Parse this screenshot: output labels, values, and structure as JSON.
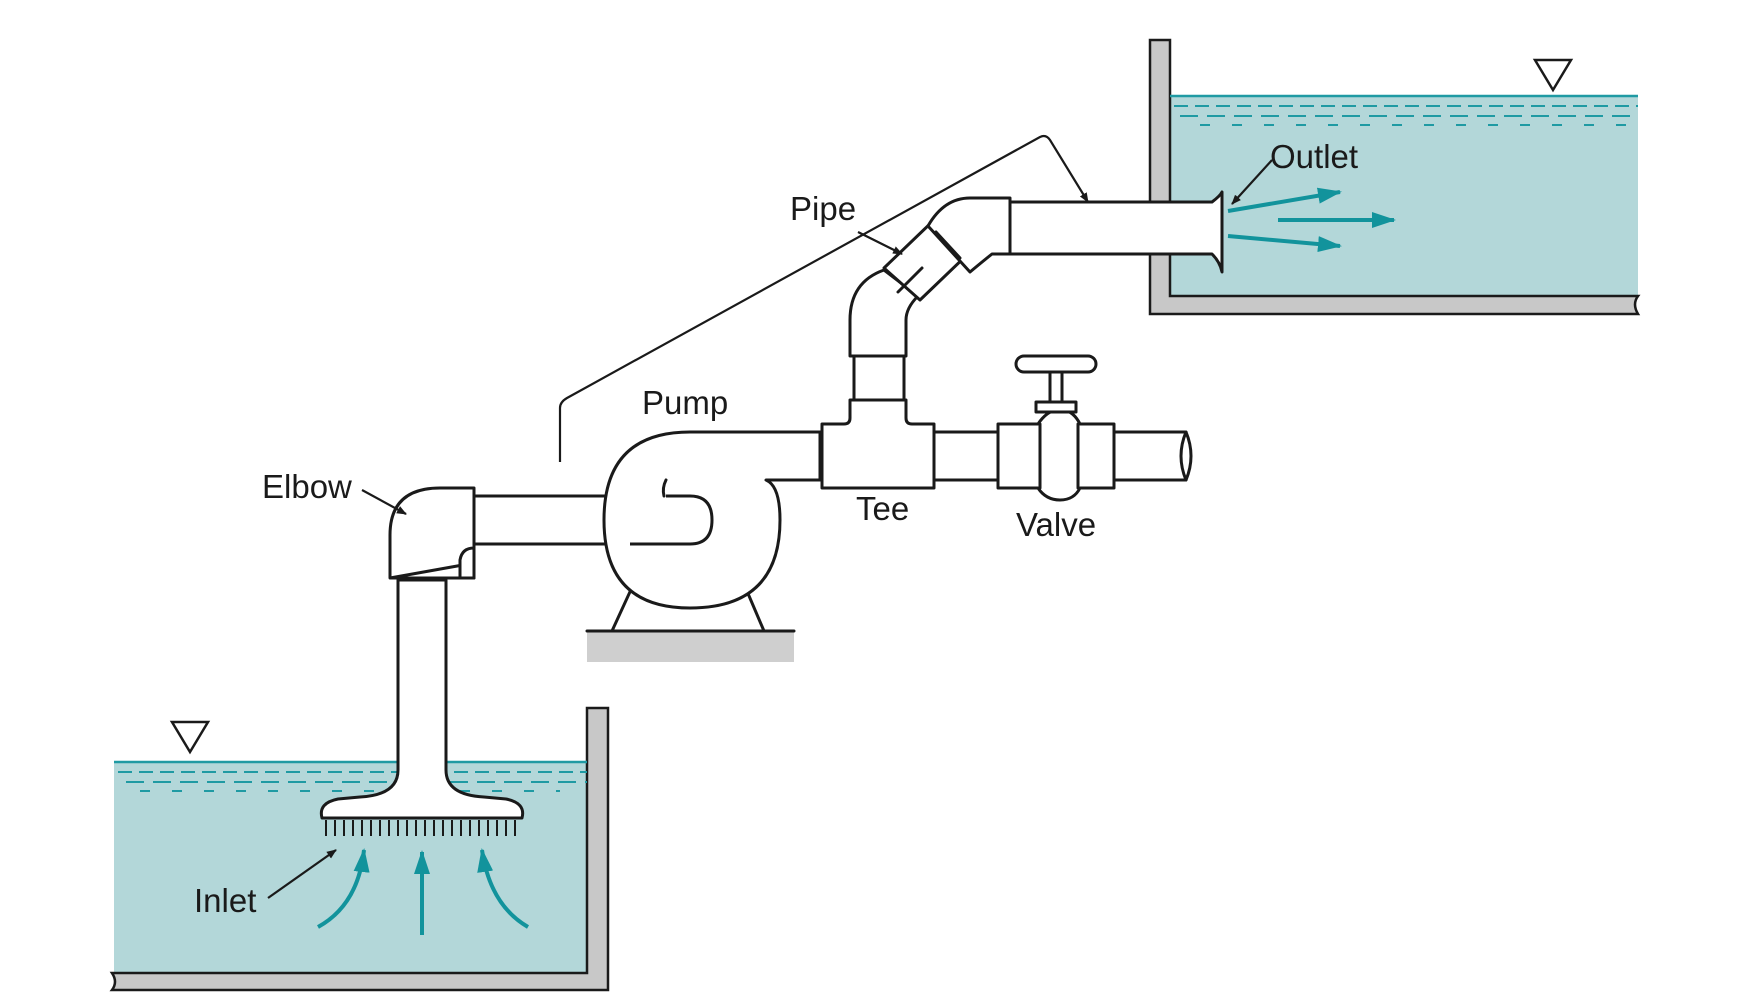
{
  "labels": {
    "pipe": "Pipe",
    "pump": "Pump",
    "elbow": "Elbow",
    "tee": "Tee",
    "valve": "Valve",
    "inlet": "Inlet",
    "outlet": "Outlet"
  },
  "colors": {
    "water": "#b3d7d9",
    "flow_arrow": "#12939c",
    "wall": "#c8c8c8",
    "ink": "#1a1a1a"
  },
  "icons": {
    "free_surface_marker": "inverted-triangle"
  }
}
